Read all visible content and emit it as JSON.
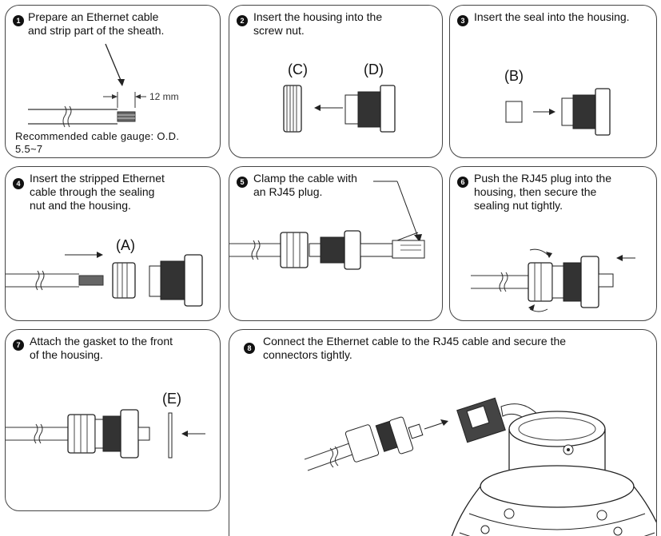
{
  "steps": [
    {
      "number": "1",
      "text": "Prepare an Ethernet cable\nand strip part of the sheath."
    },
    {
      "number": "2",
      "text": "Insert the housing into the\nscrew nut."
    },
    {
      "number": "3",
      "text": "Insert the seal into the housing."
    },
    {
      "number": "4",
      "text": "Insert the stripped Ethernet\ncable through the sealing\nnut and the housing."
    },
    {
      "number": "5",
      "text": "Clamp the cable with\nan RJ45 plug."
    },
    {
      "number": "6",
      "text": "Push the RJ45 plug into the\nhousing, then secure the\nsealing nut tightly."
    },
    {
      "number": "7",
      "text": "Attach the gasket to the front\nof the housing."
    },
    {
      "number": "8",
      "text": "Connect the Ethernet cable to the RJ45 cable and secure the\nconnectors tightly."
    }
  ],
  "labels": {
    "strip_length": "12 mm",
    "cable_gauge_note": "Recommended cable gauge: O.D.\n5.5~7",
    "part_a": "(A)",
    "part_b": "(B)",
    "part_c": "(C)",
    "part_d": "(D)",
    "part_e": "(E)"
  }
}
